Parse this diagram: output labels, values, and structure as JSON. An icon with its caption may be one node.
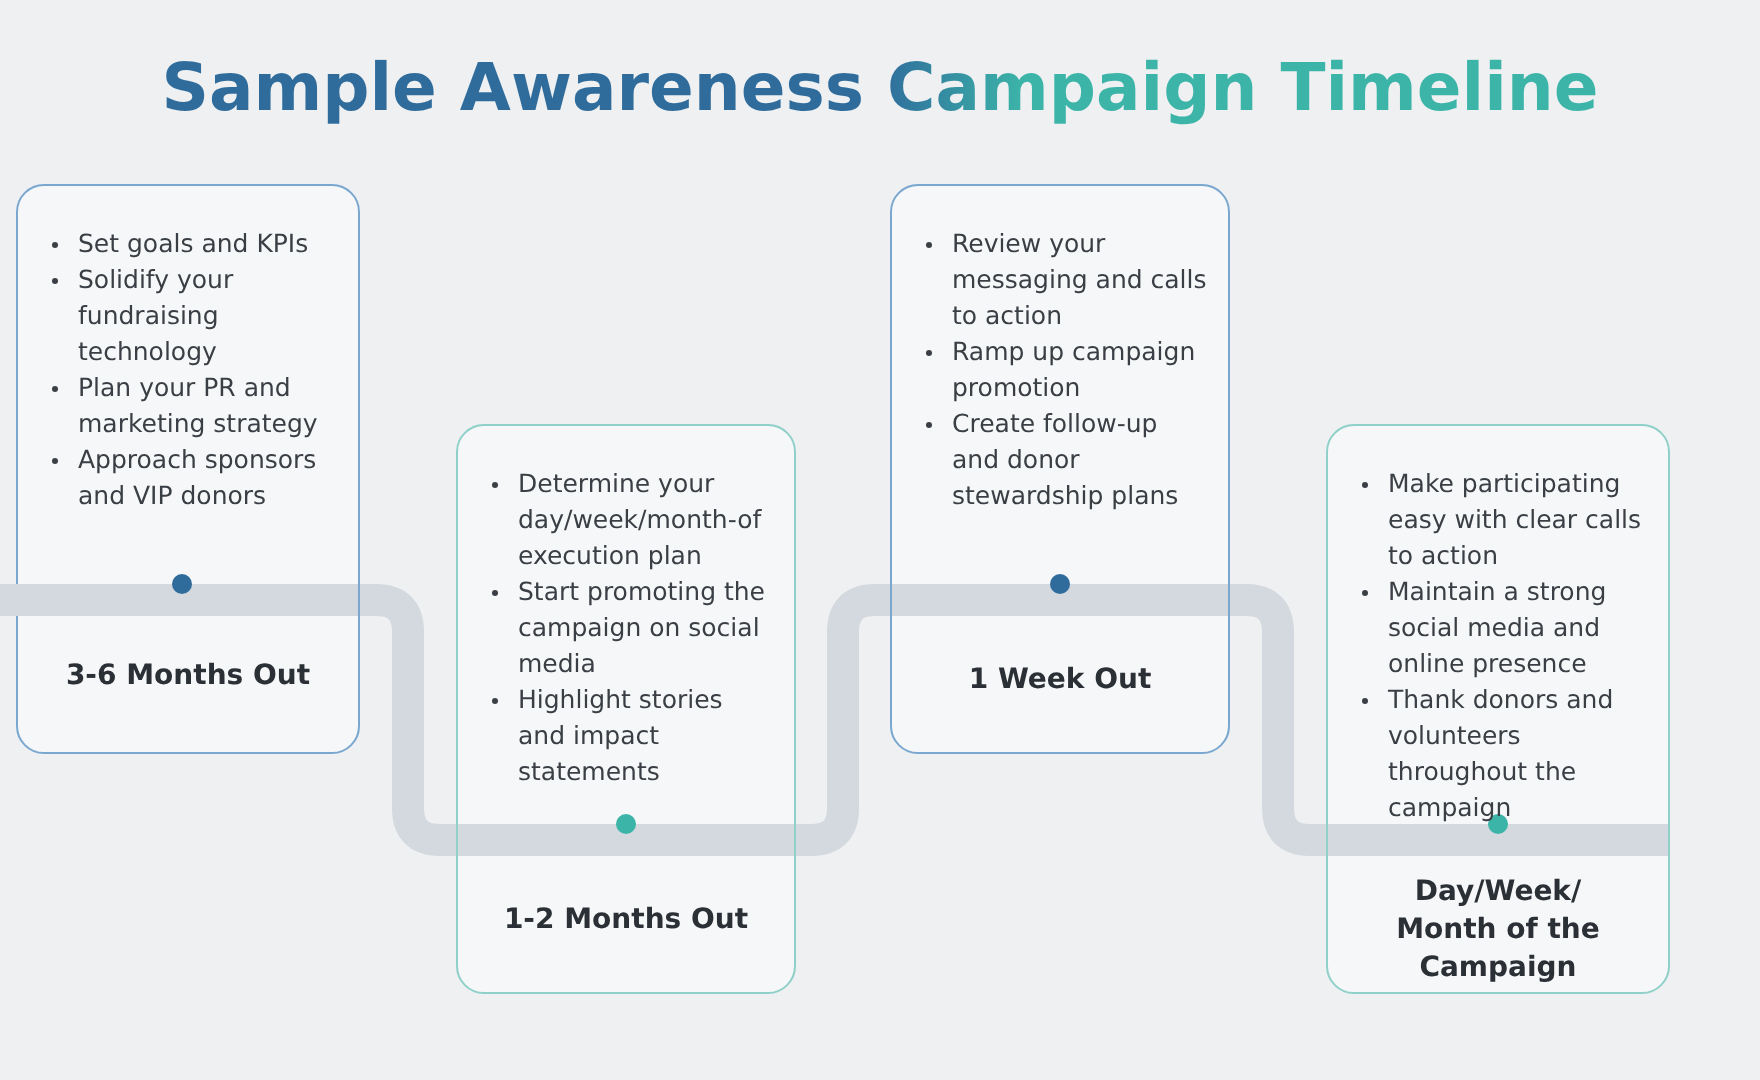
{
  "diagram": {
    "title": "Sample Awareness Campaign Timeline",
    "nodes": [
      {
        "text": [
          "Set goals and KPIs",
          "Solidify your fundraising technology",
          "Plan your PR and marketing strategy",
          "Approach sponsors and VIP donors",
          "3-6 Months Out"
        ]
      },
      {
        "text": [
          "Determine your day/week/month-of execution plan",
          "Start promoting the campaign on social media",
          "Highlight stories and impact statements",
          "1-2 Months Out"
        ]
      },
      {
        "text": [
          "Review your messaging and calls to action",
          "Ramp up campaign promotion",
          "Create follow-up and donor stewardship plans",
          "1 Week Out"
        ]
      },
      {
        "text": [
          "Make participating easy with clear calls to action",
          "Maintain a strong social media and online presence",
          "Thank donors and volunteers throughout the campaign",
          "Day/Week/ Month of the Campaign"
        ]
      }
    ],
    "edges": [
      {
        "from": 0,
        "to": 1,
        "arrow": "none"
      },
      {
        "from": 1,
        "to": 2,
        "arrow": "none"
      },
      {
        "from": 2,
        "to": 3,
        "arrow": "none"
      }
    ]
  }
}
